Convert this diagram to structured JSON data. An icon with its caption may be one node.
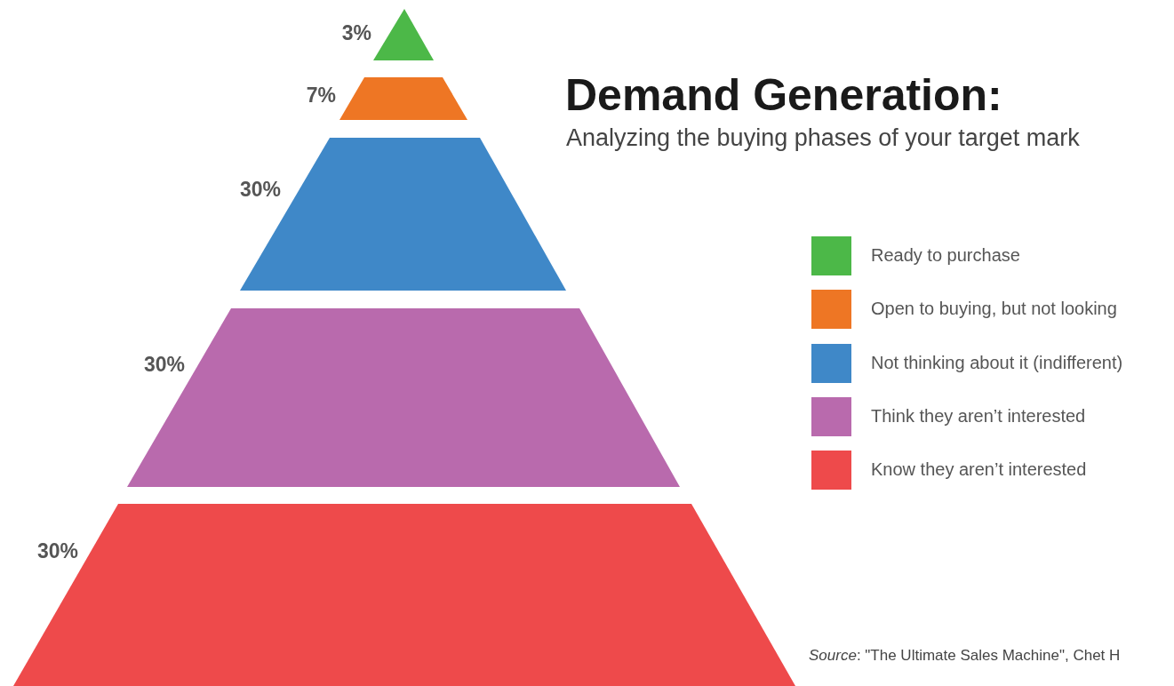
{
  "diagram": {
    "title": "Demand Generation:",
    "caption": "*Source*: \"The Ultimate Sales Machine\", Chet H",
    "nodes": [
      {
        "text": [],
        "shape": "triangle",
        "beside": [
          "3%"
        ]
      },
      {
        "text": [],
        "shape": "trapezoid",
        "beside": [
          "7%"
        ]
      },
      {
        "text": [],
        "shape": "trapezoid",
        "beside": [
          "30%"
        ]
      },
      {
        "text": [],
        "shape": "trapezoid",
        "beside": [
          "30%"
        ]
      },
      {
        "text": [],
        "shape": "trapezoid",
        "beside": [
          "30%"
        ]
      }
    ],
    "labels": [
      "Analyzing the buying phases of your target mark"
    ],
    "legend": [
      {
        "text": "Ready to purchase",
        "color": "#4cb848"
      },
      {
        "text": "Open to buying, but not looking",
        "color": "#ee7624"
      },
      {
        "text": "Not thinking about it (indifferent)",
        "color": "#3f88c8"
      },
      {
        "text": "Think they aren’t interested",
        "color": "#b96aad"
      },
      {
        "text": "Know they aren’t interested",
        "color": "#ee4a4b"
      }
    ]
  }
}
